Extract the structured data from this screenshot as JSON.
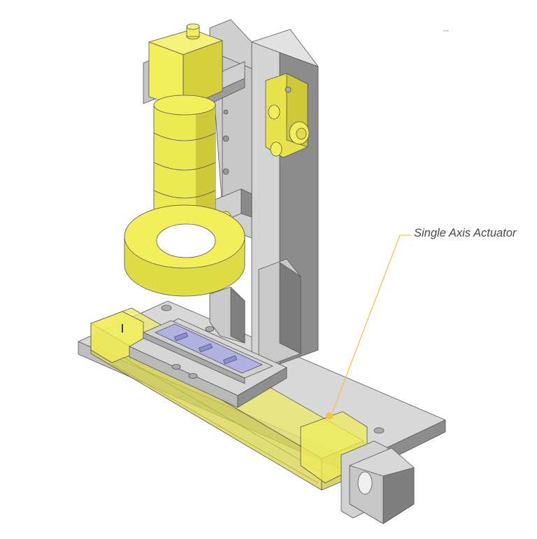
{
  "figure": {
    "description": "Isometric CAD rendering of a microscope/camera inspection station mounted on a single axis linear actuator stage",
    "components": [
      {
        "id": "camera-body",
        "label": "Camera body"
      },
      {
        "id": "lens-tube",
        "label": "Lens tube"
      },
      {
        "id": "ring-light",
        "label": "Ring light"
      },
      {
        "id": "vertical-column",
        "label": "Vertical column"
      },
      {
        "id": "focus-adjuster",
        "label": "Focus adjuster"
      },
      {
        "id": "base-plate",
        "label": "Base plate"
      },
      {
        "id": "sample-stage",
        "label": "Sample stage with slide"
      },
      {
        "id": "linear-actuator",
        "label": "Single axis actuator"
      },
      {
        "id": "stepper-motor",
        "label": "Stepper motor"
      }
    ],
    "callouts": [
      {
        "text": "Single Axis Actuator",
        "color": "#f5c242",
        "target": "linear-actuator"
      }
    ]
  },
  "colors": {
    "yellow": "#f2ef5a",
    "yellow_dark": "#d9d43a",
    "yellow_shade": "#c9c43c",
    "gray_light": "#d9d9d9",
    "gray_mid": "#bdbdbd",
    "gray_dark": "#8a8a8a",
    "gray_darker": "#6d6d6d",
    "slide_purple": "#a9a9e6",
    "callout": "#f5c242",
    "label_text": "#4a4a4a"
  }
}
